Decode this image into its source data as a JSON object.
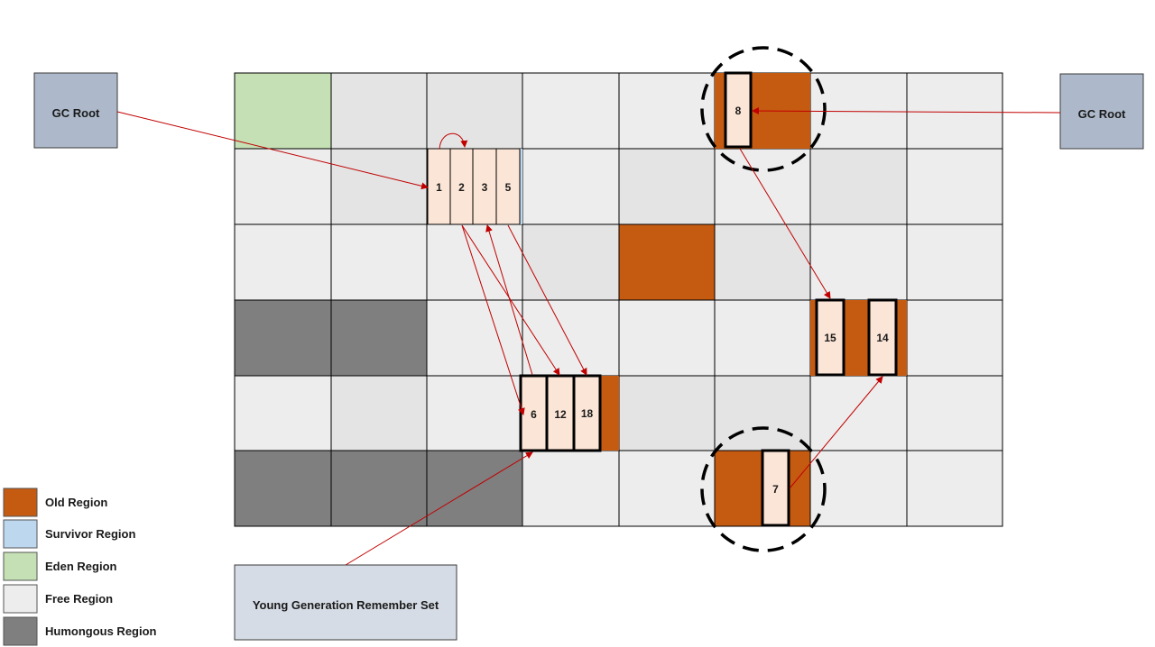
{
  "colors": {
    "old": "#C55A11",
    "survivor": "#BDD7EE",
    "eden": "#C5E0B4",
    "free": "#EDEDED",
    "free_alt": "#E4E4E4",
    "humongous": "#7F7F7F",
    "gc_root": "#ADB9CA",
    "remember_set": "#D6DCE5",
    "object": "#FBE5D6",
    "arrow": "#C00000"
  },
  "gc_roots": [
    {
      "id": "gc-root-left",
      "label": "GC Root"
    },
    {
      "id": "gc-root-right",
      "label": "GC Root"
    }
  ],
  "remember_set": {
    "label": "Young Generation Remember Set"
  },
  "grid": {
    "rows": 6,
    "cols": 8,
    "cells": [
      [
        "eden",
        "free_alt",
        "free_alt",
        "free",
        "free",
        "old",
        "free",
        "free"
      ],
      [
        "free",
        "free_alt",
        "young",
        "free",
        "free_alt",
        "free",
        "free_alt",
        "free"
      ],
      [
        "free",
        "free",
        "free",
        "free_alt",
        "old",
        "free_alt",
        "free",
        "free"
      ],
      [
        "humongous",
        "humongous",
        "free",
        "free",
        "free",
        "free",
        "old",
        "free"
      ],
      [
        "free",
        "free_alt",
        "free",
        "old",
        "free_alt",
        "free_alt",
        "free",
        "free"
      ],
      [
        "humongous",
        "humongous",
        "humongous",
        "free",
        "free",
        "old",
        "free",
        "free"
      ]
    ]
  },
  "objects": [
    {
      "label": "1",
      "region": "young"
    },
    {
      "label": "2",
      "region": "young"
    },
    {
      "label": "3",
      "region": "young"
    },
    {
      "label": "5",
      "region": "young"
    },
    {
      "label": "8",
      "region": "old",
      "live": true
    },
    {
      "label": "6",
      "region": "old",
      "live": true
    },
    {
      "label": "12",
      "region": "old",
      "live": true
    },
    {
      "label": "18",
      "region": "old",
      "live": true
    },
    {
      "label": "15",
      "region": "old",
      "live": true
    },
    {
      "label": "14",
      "region": "old",
      "live": true
    },
    {
      "label": "7",
      "region": "old",
      "live": true
    }
  ],
  "legend": [
    {
      "label": "Old Region",
      "color": "#C55A11"
    },
    {
      "label": "Survivor Region",
      "color": "#BDD7EE"
    },
    {
      "label": "Eden Region",
      "color": "#C5E0B4"
    },
    {
      "label": "Free Region",
      "color": "#EDEDED"
    },
    {
      "label": "Humongous Region",
      "color": "#7F7F7F"
    }
  ]
}
